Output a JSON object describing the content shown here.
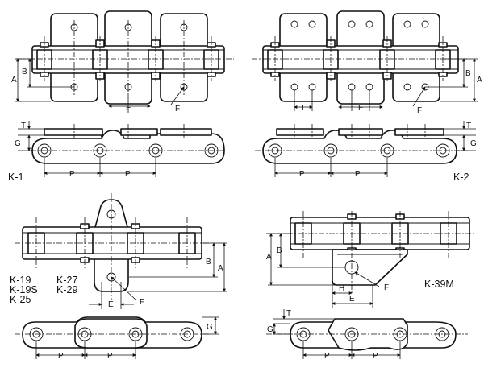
{
  "models": {
    "k1": "K-1",
    "k2": "K-2",
    "k19": "K-19",
    "k19s": "K-19S",
    "k25": "K-25",
    "k27": "K-27",
    "k29": "K-29",
    "k39m": "K-39M"
  },
  "dims": {
    "A": "A",
    "B": "B",
    "E": "E",
    "F": "F",
    "T": "T",
    "G": "G",
    "P": "P",
    "I": "I",
    "H": "H"
  }
}
